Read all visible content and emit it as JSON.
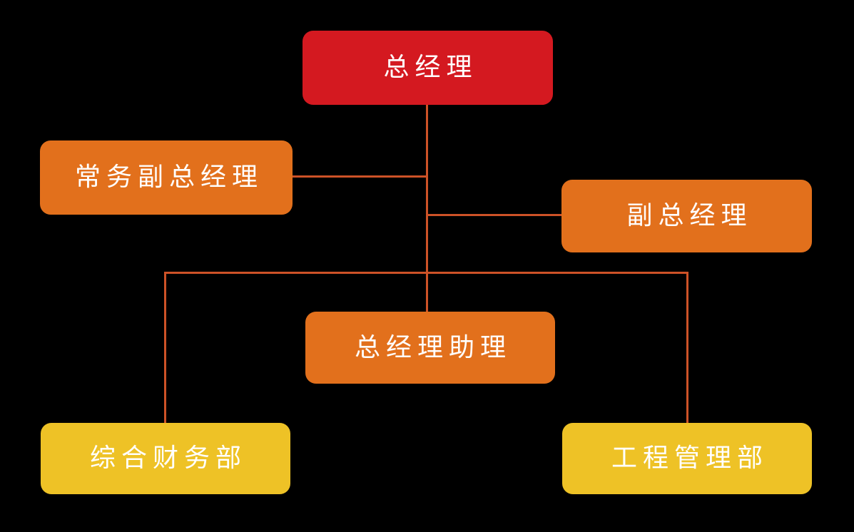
{
  "canvas": {
    "background": "#000000"
  },
  "colors": {
    "level1": "#d41920",
    "level2": "#e2701c",
    "level3": "#eec226",
    "connector": "#cd5227",
    "text": "#ffffff"
  },
  "chart_data": {
    "type": "org-chart",
    "nodes": [
      {
        "id": "general-manager",
        "label": "总经理",
        "level": "level1"
      },
      {
        "id": "executive-deputy-general-manager",
        "label": "常务副总经理",
        "level": "level2"
      },
      {
        "id": "deputy-general-manager",
        "label": "副总经理",
        "level": "level2"
      },
      {
        "id": "general-manager-assistant",
        "label": "总经理助理",
        "level": "level2"
      },
      {
        "id": "general-finance-department",
        "label": "综合财务部",
        "level": "level3"
      },
      {
        "id": "engineering-management-department",
        "label": "工程管理部",
        "level": "level3"
      }
    ],
    "edges": [
      {
        "from": "general-manager",
        "to": "executive-deputy-general-manager"
      },
      {
        "from": "general-manager",
        "to": "deputy-general-manager"
      },
      {
        "from": "general-manager",
        "to": "general-manager-assistant"
      },
      {
        "from": "general-manager",
        "to": "general-finance-department"
      },
      {
        "from": "general-manager",
        "to": "engineering-management-department"
      }
    ]
  }
}
